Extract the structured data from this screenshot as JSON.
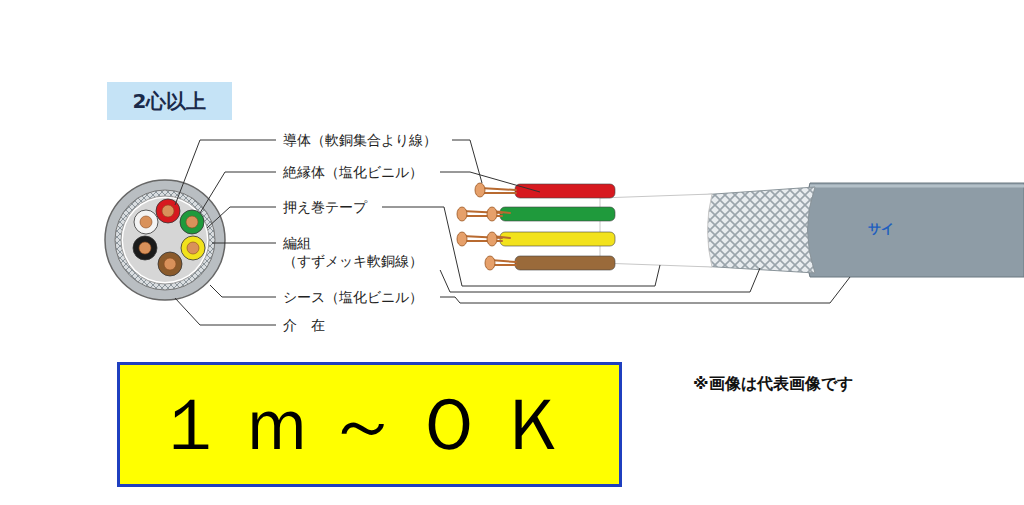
{
  "diagram": {
    "nodes": [
      {
        "text": [
          "2心以上"
        ]
      },
      {
        "text": [
          "１ｍ～ＯＫ"
        ]
      }
    ],
    "labels": [
      "導体（軟銅集合より線）",
      "絶縁体（塩化ビニル）",
      "押え巻テープ",
      "編組 （すずメッキ軟銅線）",
      "シース（塩化ビニル）",
      "介　在",
      "※画像は代表画像です",
      "サイ"
    ]
  }
}
